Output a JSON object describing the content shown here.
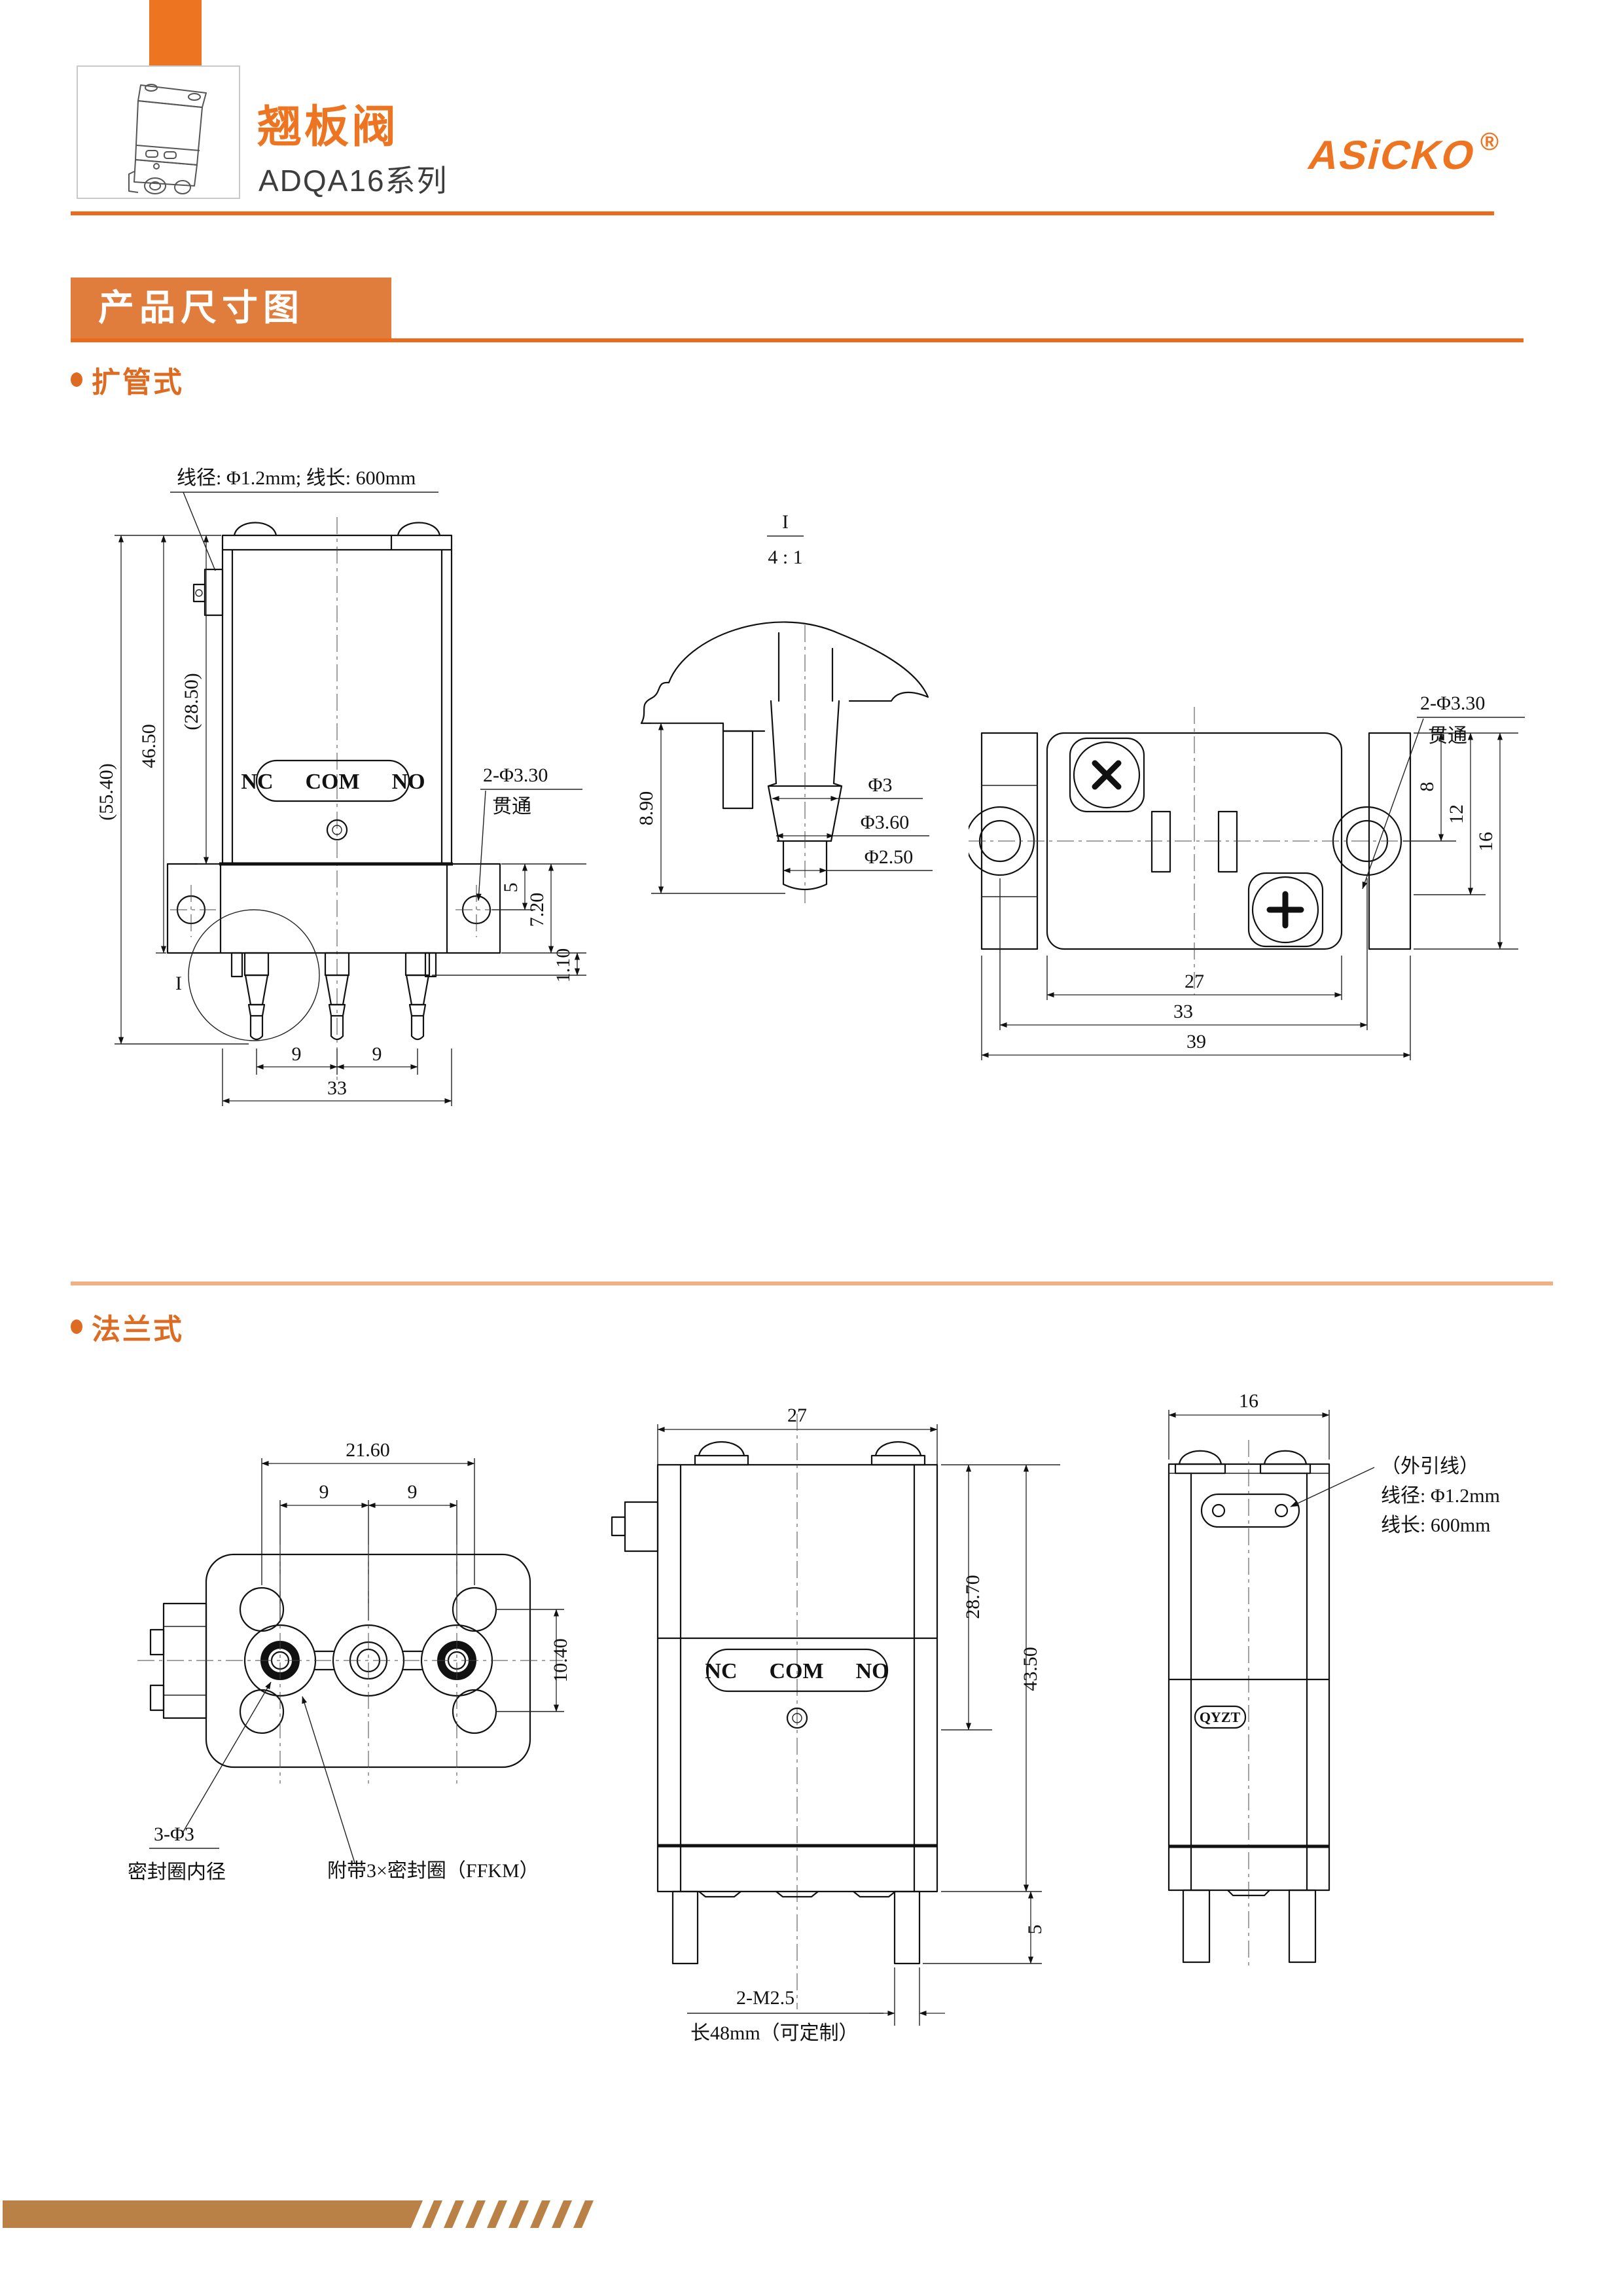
{
  "colors": {
    "accent": "#ED7420",
    "banner": "#E07C3C",
    "rule": "#ED6A1A",
    "divider": "#F0AF85",
    "band": "#BA8147"
  },
  "header": {
    "title": "翘板阀",
    "series": "ADQA16系列",
    "logo_text": "ASiCKO",
    "logo_mark": "®"
  },
  "banner": {
    "label": "产品尺寸图"
  },
  "sections": {
    "flared": "扩管式",
    "flange": "法兰式"
  },
  "dwgA": {
    "wire_note": "线径: Φ1.2mm; 线长: 600mm",
    "dim_total_h": "(55.40)",
    "dim_body_h": "46.50",
    "dim_upper_h": "(28.50)",
    "plate_label": "NC  COM  NO",
    "hole_note1": "2-Φ3.30",
    "hole_note2": "贯通",
    "dim_flange_t": "5",
    "dim_port_h": "7.20",
    "dim_step": "1.10",
    "detail_mark": "I",
    "dim_pitch_l": "9",
    "dim_pitch_r": "9",
    "dim_width": "33"
  },
  "dwgB": {
    "title_num": "I",
    "title_scale": "4 : 1",
    "dim_h": "8.90",
    "dim_d1": "Φ3",
    "dim_d2": "Φ3.60",
    "dim_d3": "Φ2.50"
  },
  "dwgC": {
    "hole_note1": "2-Φ3.30",
    "hole_note2": "贯通",
    "dim_e1": "8",
    "dim_e2": "12",
    "dim_e3": "16",
    "dim_w1": "27",
    "dim_w2": "33",
    "dim_w3": "39"
  },
  "dwgD": {
    "dim_w": "21.60",
    "dim_p1": "9",
    "dim_p2": "9",
    "dim_h": "10.40",
    "seal_note1": "3-Φ3",
    "seal_note2": "密封圈内径",
    "oring_note": "附带3×密封圈（FFKM）"
  },
  "dwgE": {
    "dim_w": "27",
    "dim_h1": "28.70",
    "dim_h2": "43.50",
    "dim_leg": "5",
    "plate_label": "NC  COM  NO",
    "stud_note1": "2-M2.5",
    "stud_note2": "长48mm（可定制）"
  },
  "dwgF": {
    "dim_w": "16",
    "wire_note1": "（外引线）",
    "wire_note2": "线径: Φ1.2mm",
    "wire_note3": "线长: 600mm",
    "brand_plate": "QYZT"
  }
}
